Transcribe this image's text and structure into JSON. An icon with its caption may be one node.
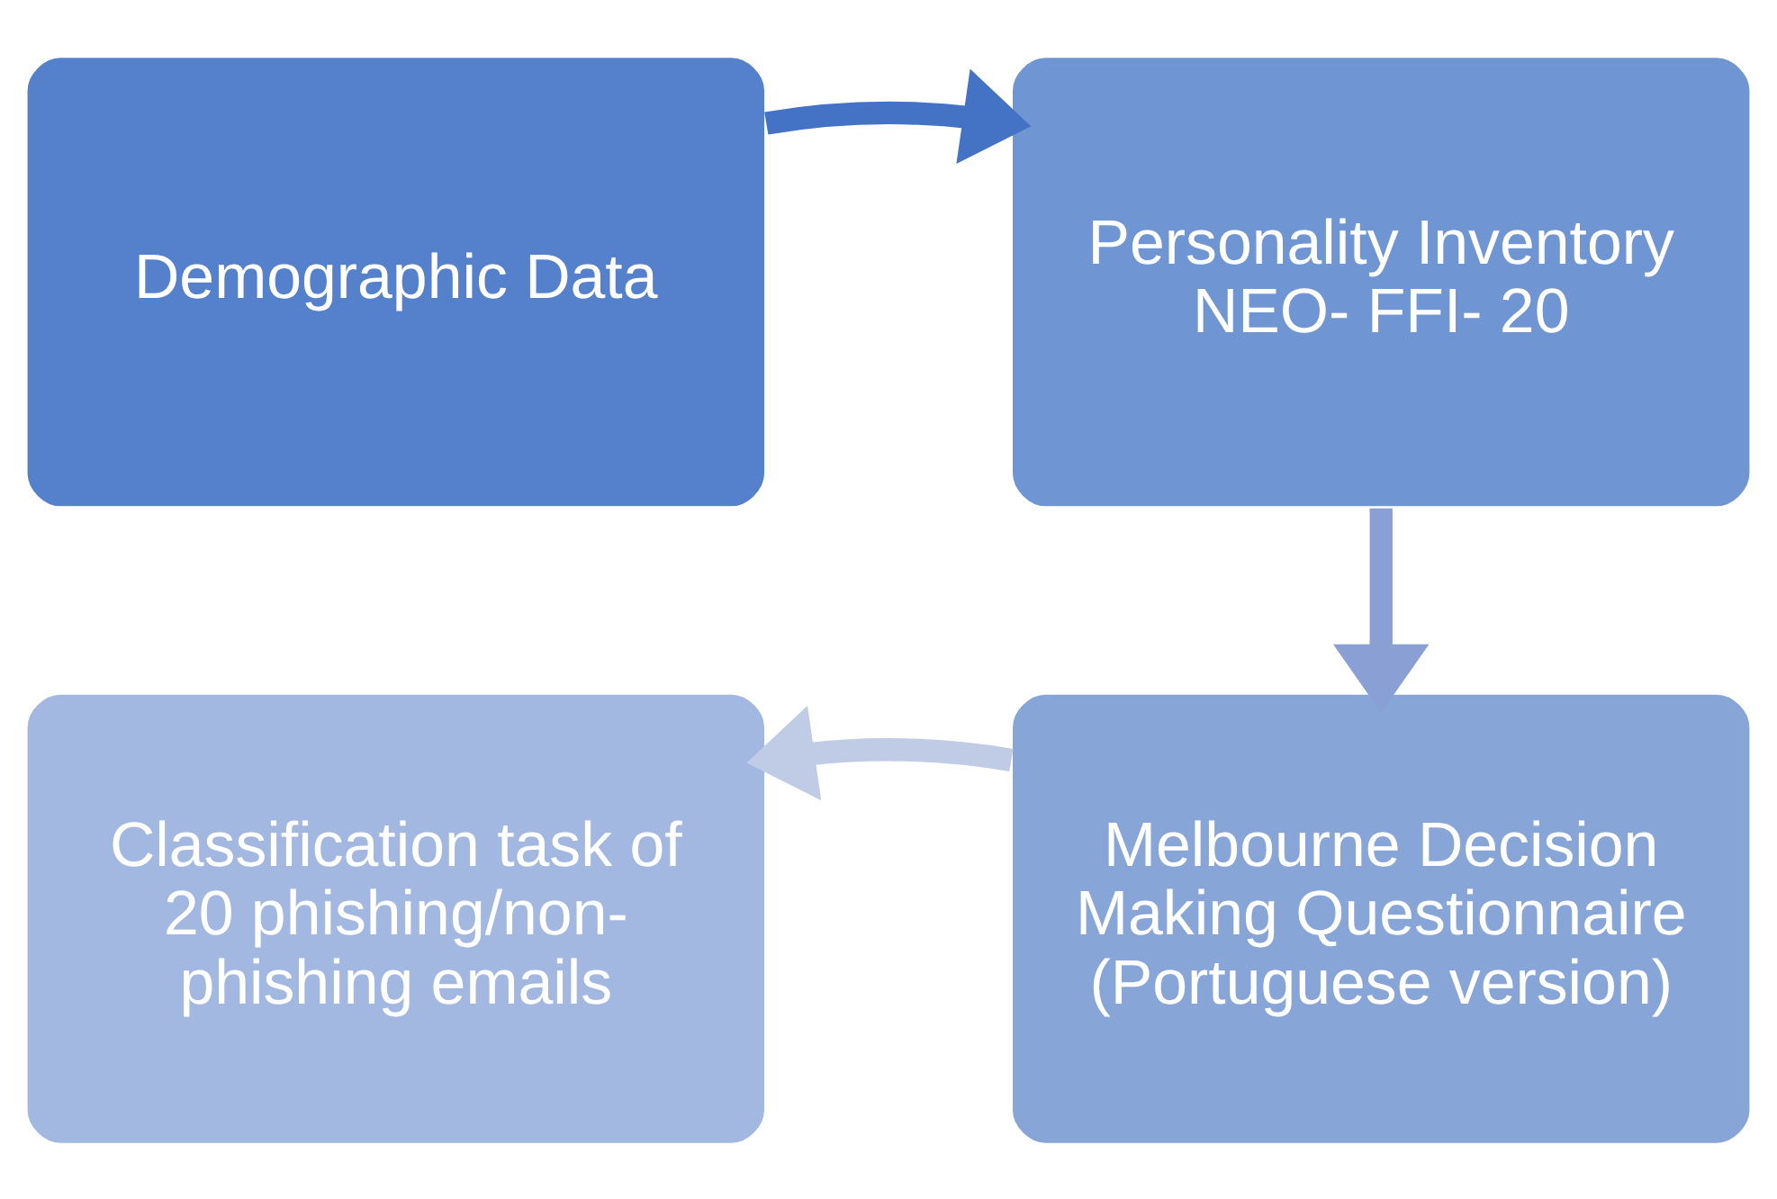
{
  "diagram": {
    "nodes": [
      {
        "text": [
          "Demographic Data"
        ]
      },
      {
        "text": [
          "Personality Inventory NEO- FFI- 20"
        ]
      },
      {
        "text": [
          "Melbourne Decision Making Questionnaire (Portuguese version)"
        ]
      },
      {
        "text": [
          "Classification task of 20 phishing/non- phishing emails"
        ]
      }
    ],
    "edges": [
      {
        "from": 0,
        "to": 1,
        "arrow": "to",
        "color": "#4472c4"
      },
      {
        "from": 1,
        "to": 2,
        "arrow": "to",
        "color": "#8a9fd4"
      },
      {
        "from": 2,
        "to": 3,
        "arrow": "to",
        "color": "#c0cbe6"
      }
    ]
  }
}
